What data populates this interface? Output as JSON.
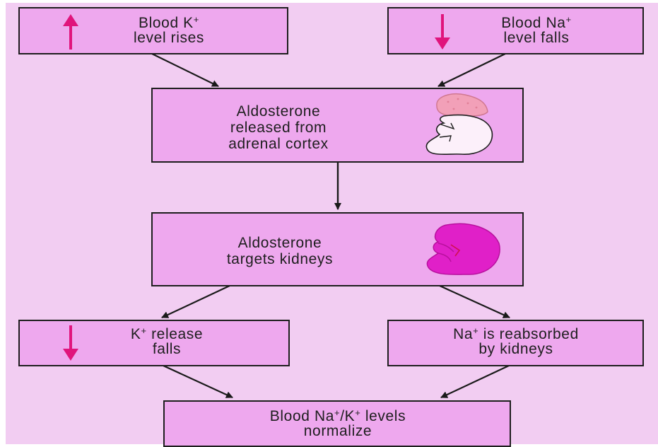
{
  "colors": {
    "background": "#f2cdf2",
    "box_fill": "#eea8ee",
    "indicator_arrow": "#e0147c",
    "kidney": "#e020c8"
  },
  "diagram": {
    "potassium_rise": {
      "line1_a": "Blood K",
      "line1_sup": "+",
      "line2": "level rises",
      "indicator": "arrow-up"
    },
    "sodium_fall": {
      "line1_a": "Blood Na",
      "line1_sup": "+",
      "line2": "level falls",
      "indicator": "arrow-down"
    },
    "aldosterone_release": {
      "line1": "Aldosterone",
      "line2": "released from",
      "line3": "adrenal cortex",
      "image": "adrenal-gland-on-kidney"
    },
    "aldosterone_targets": {
      "line1": "Aldosterone",
      "line2": "targets kidneys",
      "image": "kidney"
    },
    "potassium_release": {
      "line1_a": "K",
      "line1_sup": "+",
      "line1_b": " release",
      "line2": "falls",
      "indicator": "arrow-down"
    },
    "sodium_reabsorbed": {
      "line1_a": "Na",
      "line1_sup": "+",
      "line1_b": " is reabsorbed",
      "line2": "by kidneys"
    },
    "normalize": {
      "line1_a": "Blood Na",
      "line1_sup_1": "+",
      "line1_mid": "/K",
      "line1_sup_2": "+",
      "line1_b": " levels",
      "line2": "normalize"
    }
  }
}
